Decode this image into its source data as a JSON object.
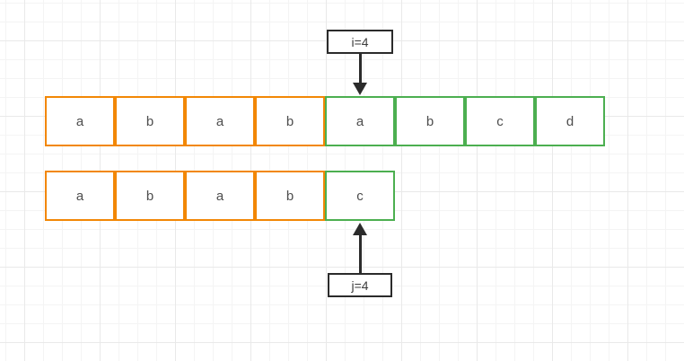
{
  "colors": {
    "orange_border": "#f28705",
    "green_border": "#4caf50",
    "pointer_dark": "#2b2b2b",
    "cell_text": "#4d4d4d",
    "pointer_text": "#3d3d3d",
    "grid_minor": "#f4f4f4",
    "grid_major": "#e9e9e9",
    "canvas_background": "#ffffff"
  },
  "pointer_i": {
    "label": "i=4"
  },
  "pointer_j": {
    "label": "j=4"
  },
  "arrays": {
    "text_row": {
      "cells": [
        {
          "label": "a",
          "color": "orange"
        },
        {
          "label": "b",
          "color": "orange"
        },
        {
          "label": "a",
          "color": "orange"
        },
        {
          "label": "b",
          "color": "orange"
        },
        {
          "label": "a",
          "color": "green"
        },
        {
          "label": "b",
          "color": "green"
        },
        {
          "label": "c",
          "color": "green"
        },
        {
          "label": "d",
          "color": "green"
        }
      ]
    },
    "pattern_row": {
      "cells": [
        {
          "label": "a",
          "color": "orange"
        },
        {
          "label": "b",
          "color": "orange"
        },
        {
          "label": "a",
          "color": "orange"
        },
        {
          "label": "b",
          "color": "orange"
        },
        {
          "label": "c",
          "color": "green"
        }
      ]
    }
  }
}
